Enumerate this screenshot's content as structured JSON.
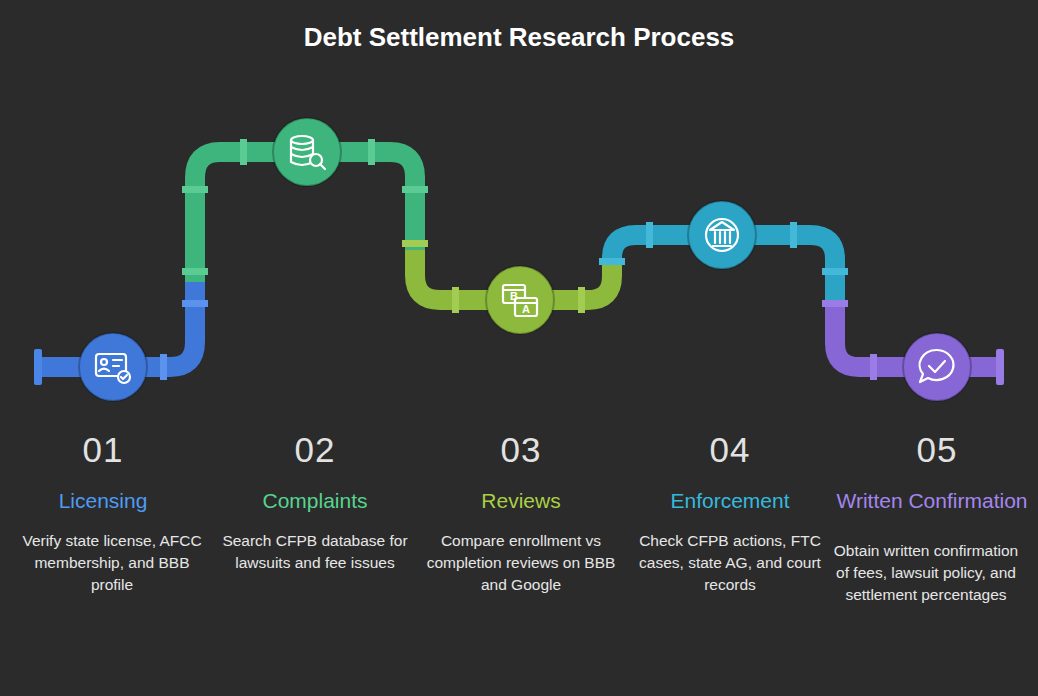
{
  "diagram": {
    "title": "Debt Settlement Research Process",
    "labels": [
      "01",
      "Licensing",
      "Verify state license, AFCC membership, and BBB profile",
      "02",
      "Complaints",
      "Search CFPB database for lawsuits and fee issues",
      "03",
      "Reviews",
      "Compare enrollment vs completion reviews on BBB and Google",
      "04",
      "Enforcement",
      "Check CFPB actions, FTC cases, state AG, and court records",
      "05",
      "Written Confirmation",
      "Obtain written confirmation of fees, lawsuit policy, and settlement percentages",
      "B",
      "A"
    ]
  }
}
